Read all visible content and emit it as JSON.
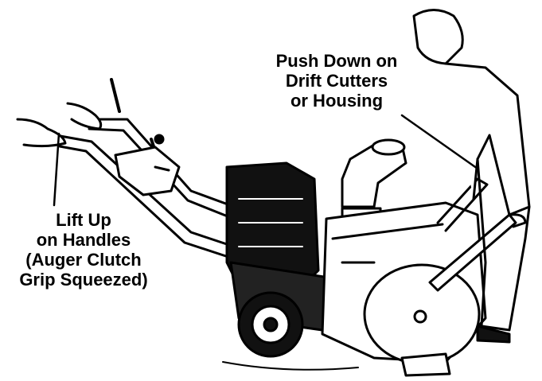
{
  "labels": {
    "push_down": [
      "Push Down on",
      "Drift Cutters",
      "or Housing"
    ],
    "lift_up": [
      "Lift Up",
      "on Handles",
      "(Auger Clutch",
      "Grip Squeezed)"
    ]
  },
  "colors": {
    "ink": "#000000",
    "paper": "#ffffff"
  },
  "icons": [
    "snowblower-illustration",
    "person-illustration",
    "hand-illustration",
    "leader-arrow"
  ]
}
